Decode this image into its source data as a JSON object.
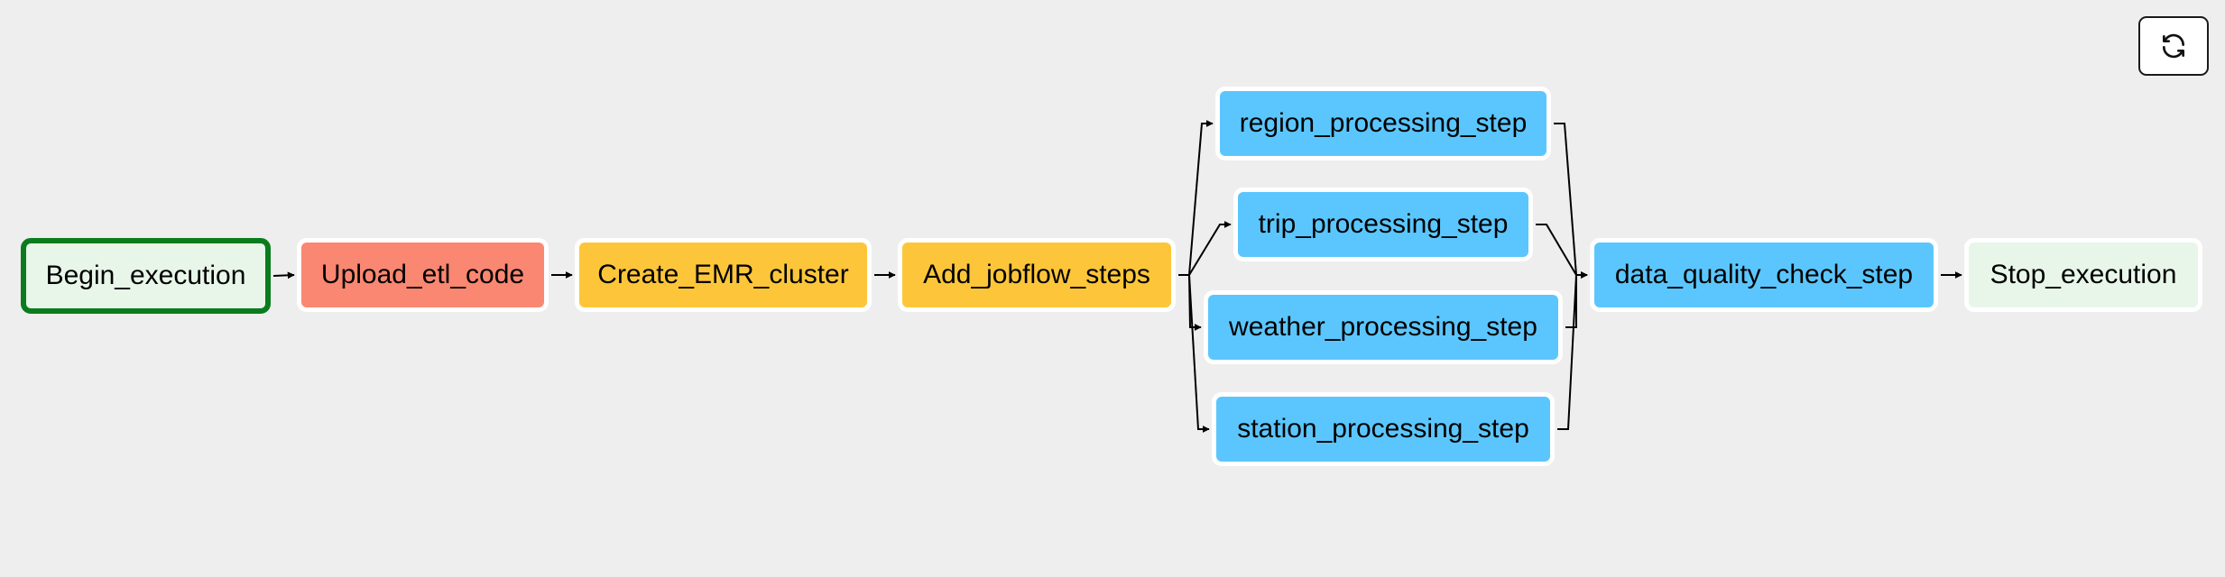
{
  "colors": {
    "background": "#eeeeee",
    "success": "#e8f6e9",
    "upload_failed": "#fa8771",
    "queued": "#fdc63a",
    "running": "#5bc6fd",
    "active_border": "#0a7c1e"
  },
  "refresh_icon": "refresh-icon",
  "nodes": {
    "begin_execution": {
      "label": "Begin_execution"
    },
    "upload_etl_code": {
      "label": "Upload_etl_code"
    },
    "create_emr_cluster": {
      "label": "Create_EMR_cluster"
    },
    "add_jobflow_steps": {
      "label": "Add_jobflow_steps"
    },
    "region_processing_step": {
      "label": "region_processing_step"
    },
    "trip_processing_step": {
      "label": "trip_processing_step"
    },
    "weather_processing_step": {
      "label": "weather_processing_step"
    },
    "station_processing_step": {
      "label": "station_processing_step"
    },
    "data_quality_check_step": {
      "label": "data_quality_check_step"
    },
    "stop_execution": {
      "label": "Stop_execution"
    }
  },
  "edges": [
    [
      "begin_execution",
      "upload_etl_code"
    ],
    [
      "upload_etl_code",
      "create_emr_cluster"
    ],
    [
      "create_emr_cluster",
      "add_jobflow_steps"
    ],
    [
      "add_jobflow_steps",
      "region_processing_step"
    ],
    [
      "add_jobflow_steps",
      "trip_processing_step"
    ],
    [
      "add_jobflow_steps",
      "weather_processing_step"
    ],
    [
      "add_jobflow_steps",
      "station_processing_step"
    ],
    [
      "region_processing_step",
      "data_quality_check_step"
    ],
    [
      "trip_processing_step",
      "data_quality_check_step"
    ],
    [
      "weather_processing_step",
      "data_quality_check_step"
    ],
    [
      "station_processing_step",
      "data_quality_check_step"
    ],
    [
      "data_quality_check_step",
      "stop_execution"
    ]
  ]
}
